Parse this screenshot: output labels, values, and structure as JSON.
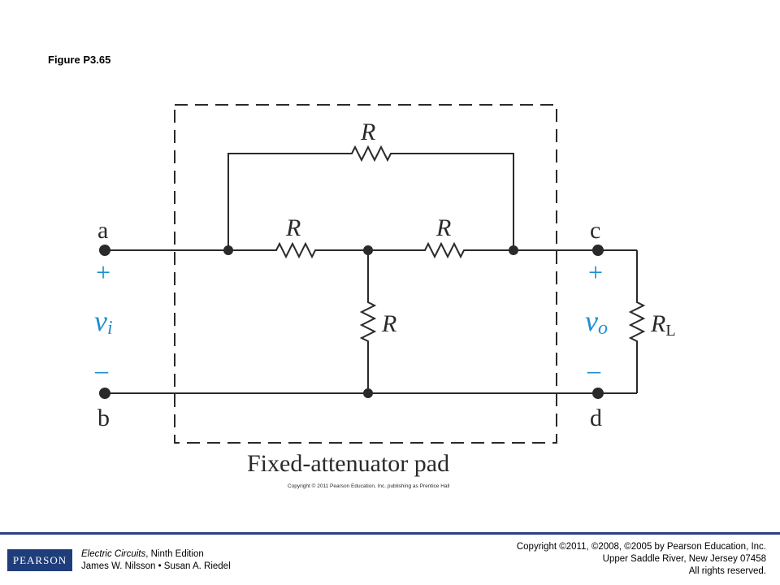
{
  "figure_title": "Figure P3.65",
  "diagram": {
    "resistor_labels": {
      "top": "R",
      "series_left": "R",
      "series_right": "R",
      "shunt": "R",
      "load_main": "R",
      "load_sub": "L"
    },
    "terminals": {
      "a": "a",
      "b": "b",
      "c": "c",
      "d": "d"
    },
    "input_voltage": {
      "plus": "+",
      "minus": "–",
      "symbol": "v",
      "sub": "i"
    },
    "output_voltage": {
      "plus": "+",
      "minus": "–",
      "symbol": "v",
      "sub": "o"
    },
    "pad_label": "Fixed-attenuator pad",
    "image_copyright": "Copyright © 2011 Pearson Education, Inc. publishing as Prentice Hall",
    "colors": {
      "wire": "#2a2a2a",
      "voltage": "#1c8fd0"
    }
  },
  "footer": {
    "logo_text": "PEARSON",
    "book_title": "Electric Circuits",
    "edition": ", Ninth Edition",
    "authors": "James W. Nilsson • Susan A. Riedel",
    "copyright_line1": "Copyright ©2011, ©2008, ©2005 by Pearson Education, Inc.",
    "copyright_line2": "Upper Saddle River, New Jersey 07458",
    "copyright_line3": "All rights reserved."
  }
}
